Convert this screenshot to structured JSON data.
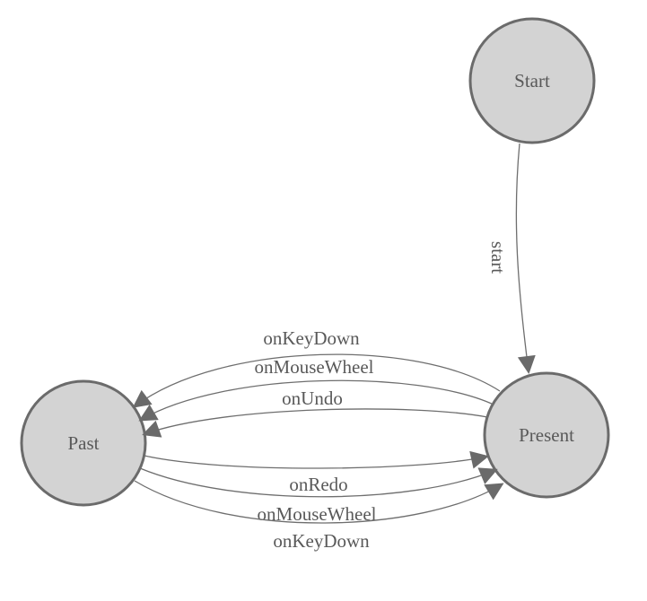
{
  "diagram": {
    "kind": "state-machine",
    "background_color": "#ffffff",
    "node_fill_color": "#d3d3d3",
    "node_border_color": "#6b6b6b",
    "edge_color": "#6e6e6e",
    "arrowhead_color": "#6a6a6a",
    "text_color": "#595959",
    "nodes": [
      {
        "id": "start",
        "label": "Start"
      },
      {
        "id": "past",
        "label": "Past"
      },
      {
        "id": "present",
        "label": "Present"
      }
    ],
    "edges": [
      {
        "from": "start",
        "to": "present",
        "label": "start"
      },
      {
        "from": "present",
        "to": "past",
        "label": "onKeyDown"
      },
      {
        "from": "present",
        "to": "past",
        "label": "onMouseWheel"
      },
      {
        "from": "present",
        "to": "past",
        "label": "onUndo"
      },
      {
        "from": "past",
        "to": "present",
        "label": "onRedo"
      },
      {
        "from": "past",
        "to": "present",
        "label": "onMouseWheel"
      },
      {
        "from": "past",
        "to": "present",
        "label": "onKeyDown"
      }
    ]
  }
}
